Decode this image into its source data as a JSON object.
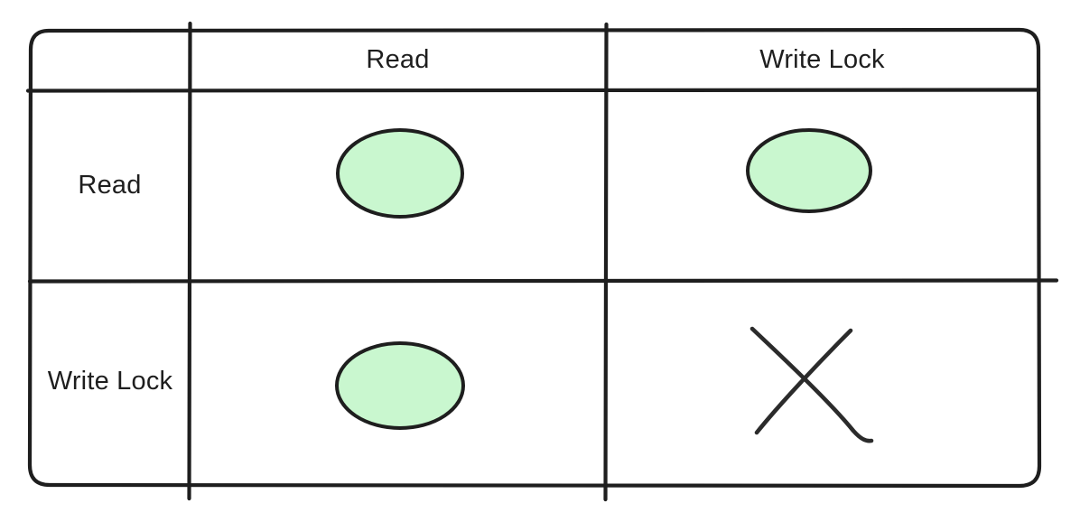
{
  "diagram": {
    "kind": "lock-compatibility-matrix",
    "corner_label": "",
    "columns": [
      {
        "id": "read",
        "label": "Read"
      },
      {
        "id": "write-lock",
        "label": "Write Lock"
      }
    ],
    "rows": [
      {
        "id": "read",
        "label": "Read"
      },
      {
        "id": "write-lock",
        "label": "Write Lock"
      }
    ],
    "cells": [
      {
        "row": "read",
        "column": "read",
        "mark": "ellipse",
        "meaning": "compatible"
      },
      {
        "row": "read",
        "column": "write-lock",
        "mark": "ellipse",
        "meaning": "compatible"
      },
      {
        "row": "write-lock",
        "column": "read",
        "mark": "ellipse",
        "meaning": "compatible"
      },
      {
        "row": "write-lock",
        "column": "write-lock",
        "mark": "cross",
        "meaning": "incompatible"
      }
    ],
    "colors": {
      "stroke": "#1e1e1e",
      "ellipse_fill": "#c9f7cf",
      "ellipse_stroke": "#1e1e1e",
      "cross_stroke": "#2b2b2b",
      "background": "#ffffff"
    }
  }
}
